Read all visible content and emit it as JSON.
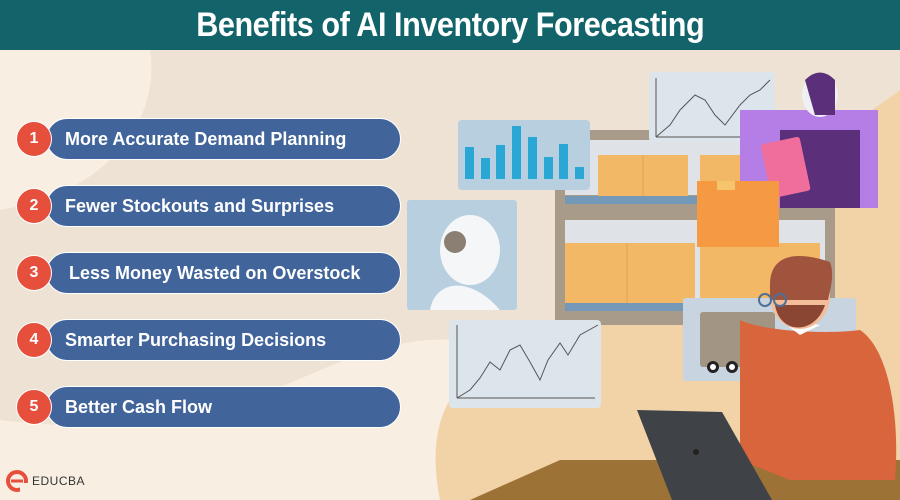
{
  "header": {
    "title": "Benefits of AI Inventory Forecasting"
  },
  "benefits": [
    {
      "number": "1",
      "label": "More Accurate Demand Planning"
    },
    {
      "number": "2",
      "label": "Fewer Stockouts and Surprises"
    },
    {
      "number": "3",
      "label": "Less Money Wasted on Overstock"
    },
    {
      "number": "4",
      "label": "Smarter Purchasing Decisions"
    },
    {
      "number": "5",
      "label": "Better Cash Flow"
    }
  ],
  "brand": {
    "name": "EDUCBA"
  },
  "colors": {
    "header": "#13636a",
    "pill": "#41649b",
    "badge": "#e64f3c",
    "background": "#f8efe2"
  }
}
